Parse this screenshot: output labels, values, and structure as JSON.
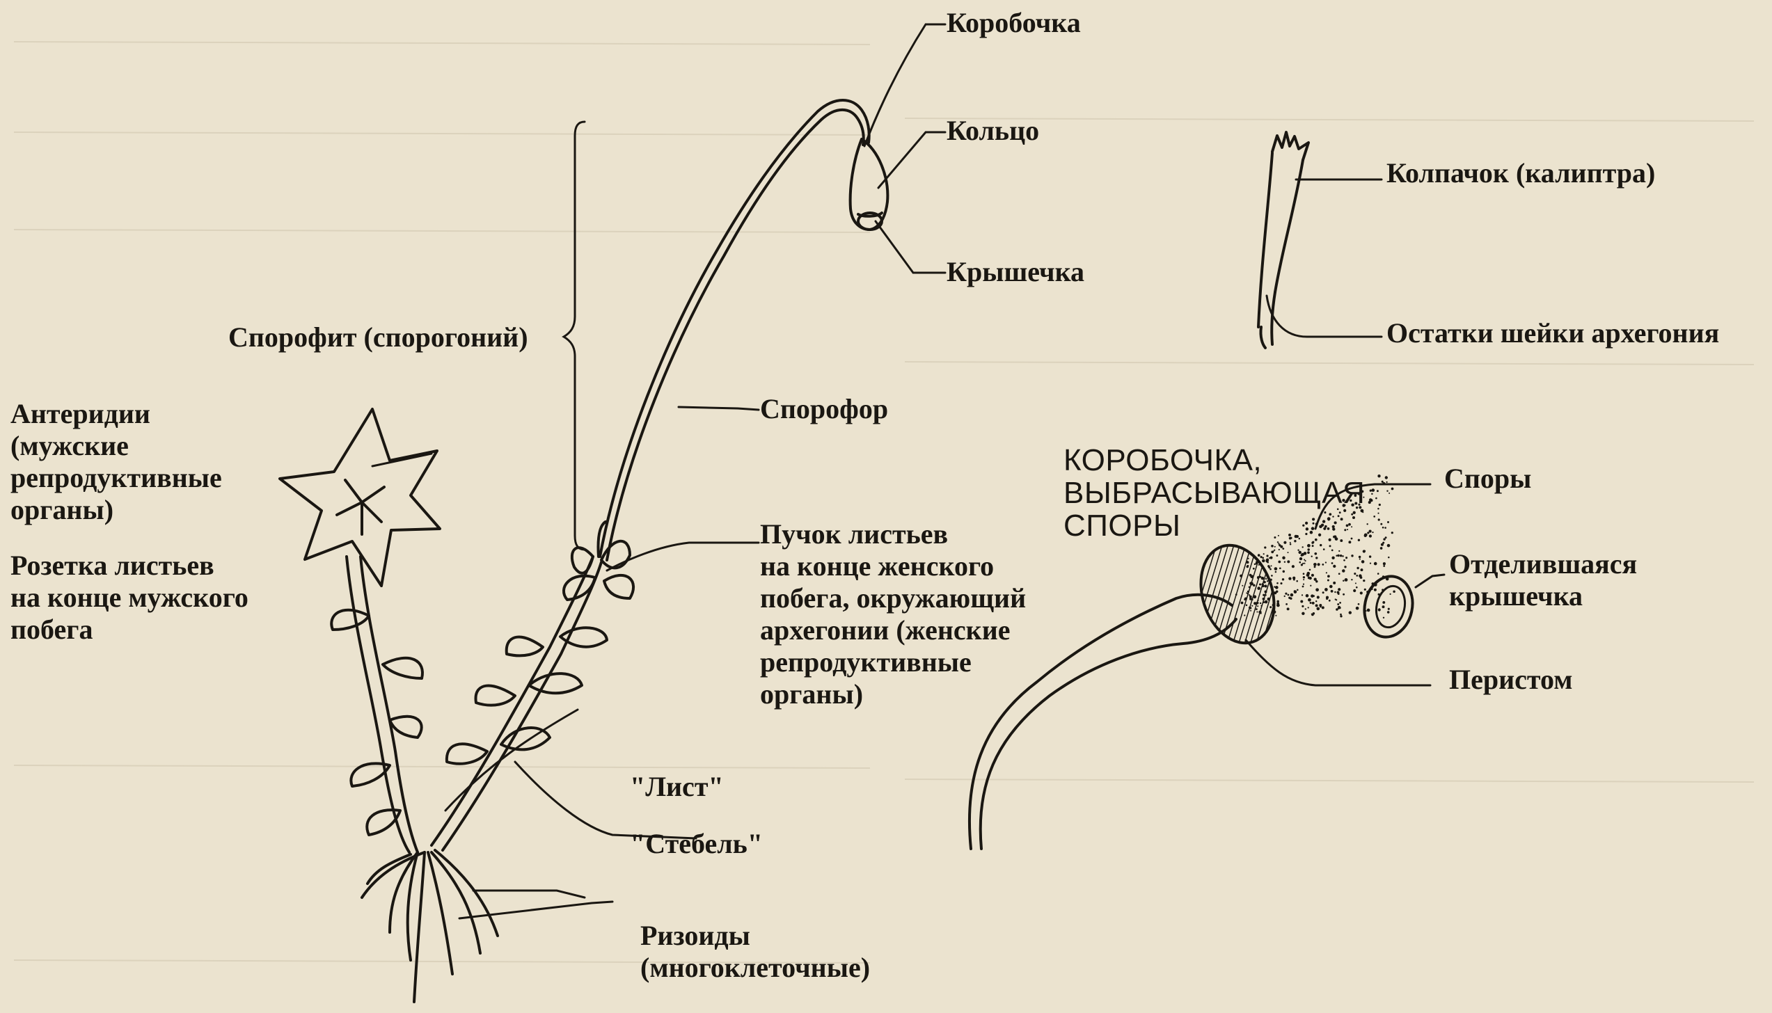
{
  "labels": {
    "korobochka": "Коробочка",
    "koltso": "Кольцо",
    "kryshechka": "Крышечка",
    "sporofit": "Спорофит (спорогоний)",
    "sporofor": "Спорофор",
    "anteridii": "Антеридии\n(мужские\nрепродуктивные\nорганы)",
    "rozetka": "Розетка листьев\nна конце мужского\nпобега",
    "puchok": "Пучок листьев\nна конце женского\nпобега, окружающий\nархегонии (женские\nрепродуктивные\nорганы)",
    "list": "\"Лист\"",
    "stebel": "\"Стебель\"",
    "rizoidy": "Ризоиды\n(многоклеточные)",
    "kolpachok": "Колпачок (калиптра)",
    "ostatki": "Остатки шейки архегония",
    "korobochka_spory": "КОРОБОЧКА,\nВЫБРАСЫВАЮЩАЯ\nСПОРЫ",
    "spory": "Споры",
    "otdelivshayasya": "Отделившаяся\nкрышечка",
    "peristom": "Перистом"
  },
  "colors": {
    "paper": "#ebe3cf",
    "ink": "#1a1712"
  }
}
